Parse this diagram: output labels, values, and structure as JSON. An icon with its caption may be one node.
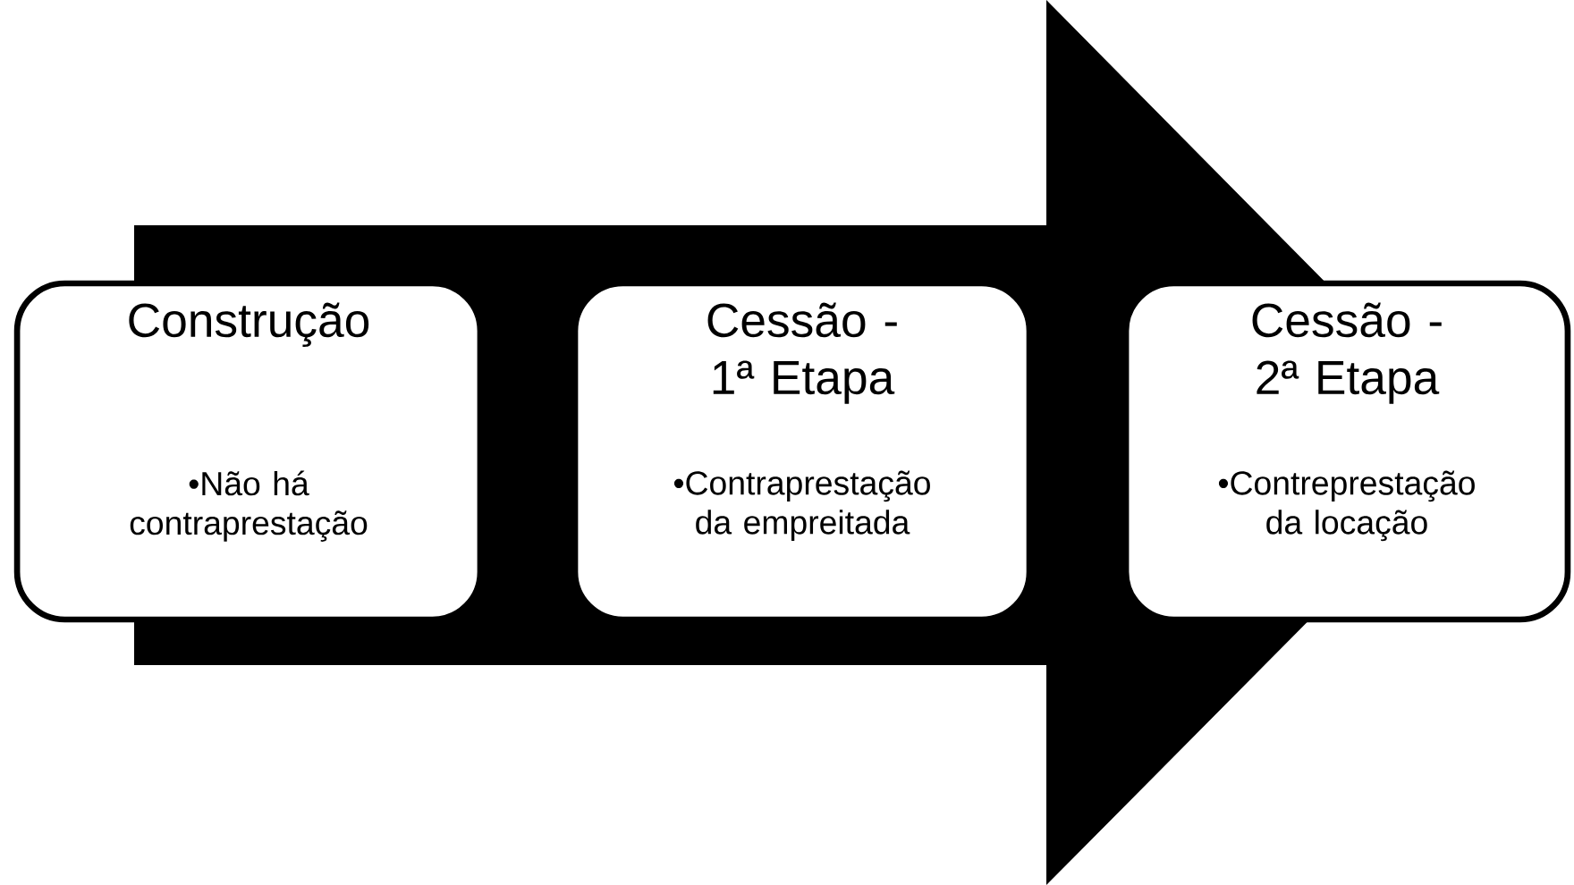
{
  "diagram": {
    "nodes": [
      {
        "text": [
          "Construção",
          "•Não há contraprestação"
        ]
      },
      {
        "text": [
          "Cessão - 1ª Etapa",
          "•Contraprestação da empreitada"
        ]
      },
      {
        "text": [
          "Cessão - 2ª Etapa",
          "•Contreprestação da locação"
        ]
      }
    ],
    "edges": [
      {
        "from": 0,
        "to": 2,
        "arrow": "to"
      }
    ]
  }
}
